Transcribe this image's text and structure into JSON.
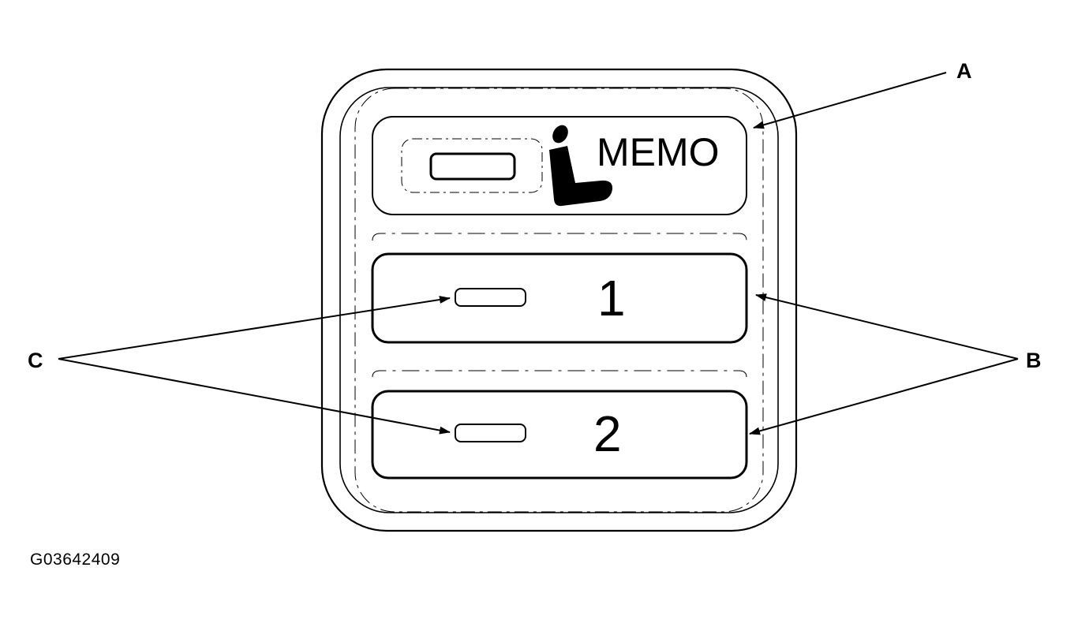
{
  "diagram": {
    "buttons": {
      "memo": {
        "label": "MEMO"
      },
      "preset_1": {
        "label": "1"
      },
      "preset_2": {
        "label": "2"
      }
    },
    "callouts": {
      "a": "A",
      "b": "B",
      "c": "C"
    },
    "icons": {
      "seat": "seat-icon"
    },
    "figure_id": "G03642409"
  }
}
